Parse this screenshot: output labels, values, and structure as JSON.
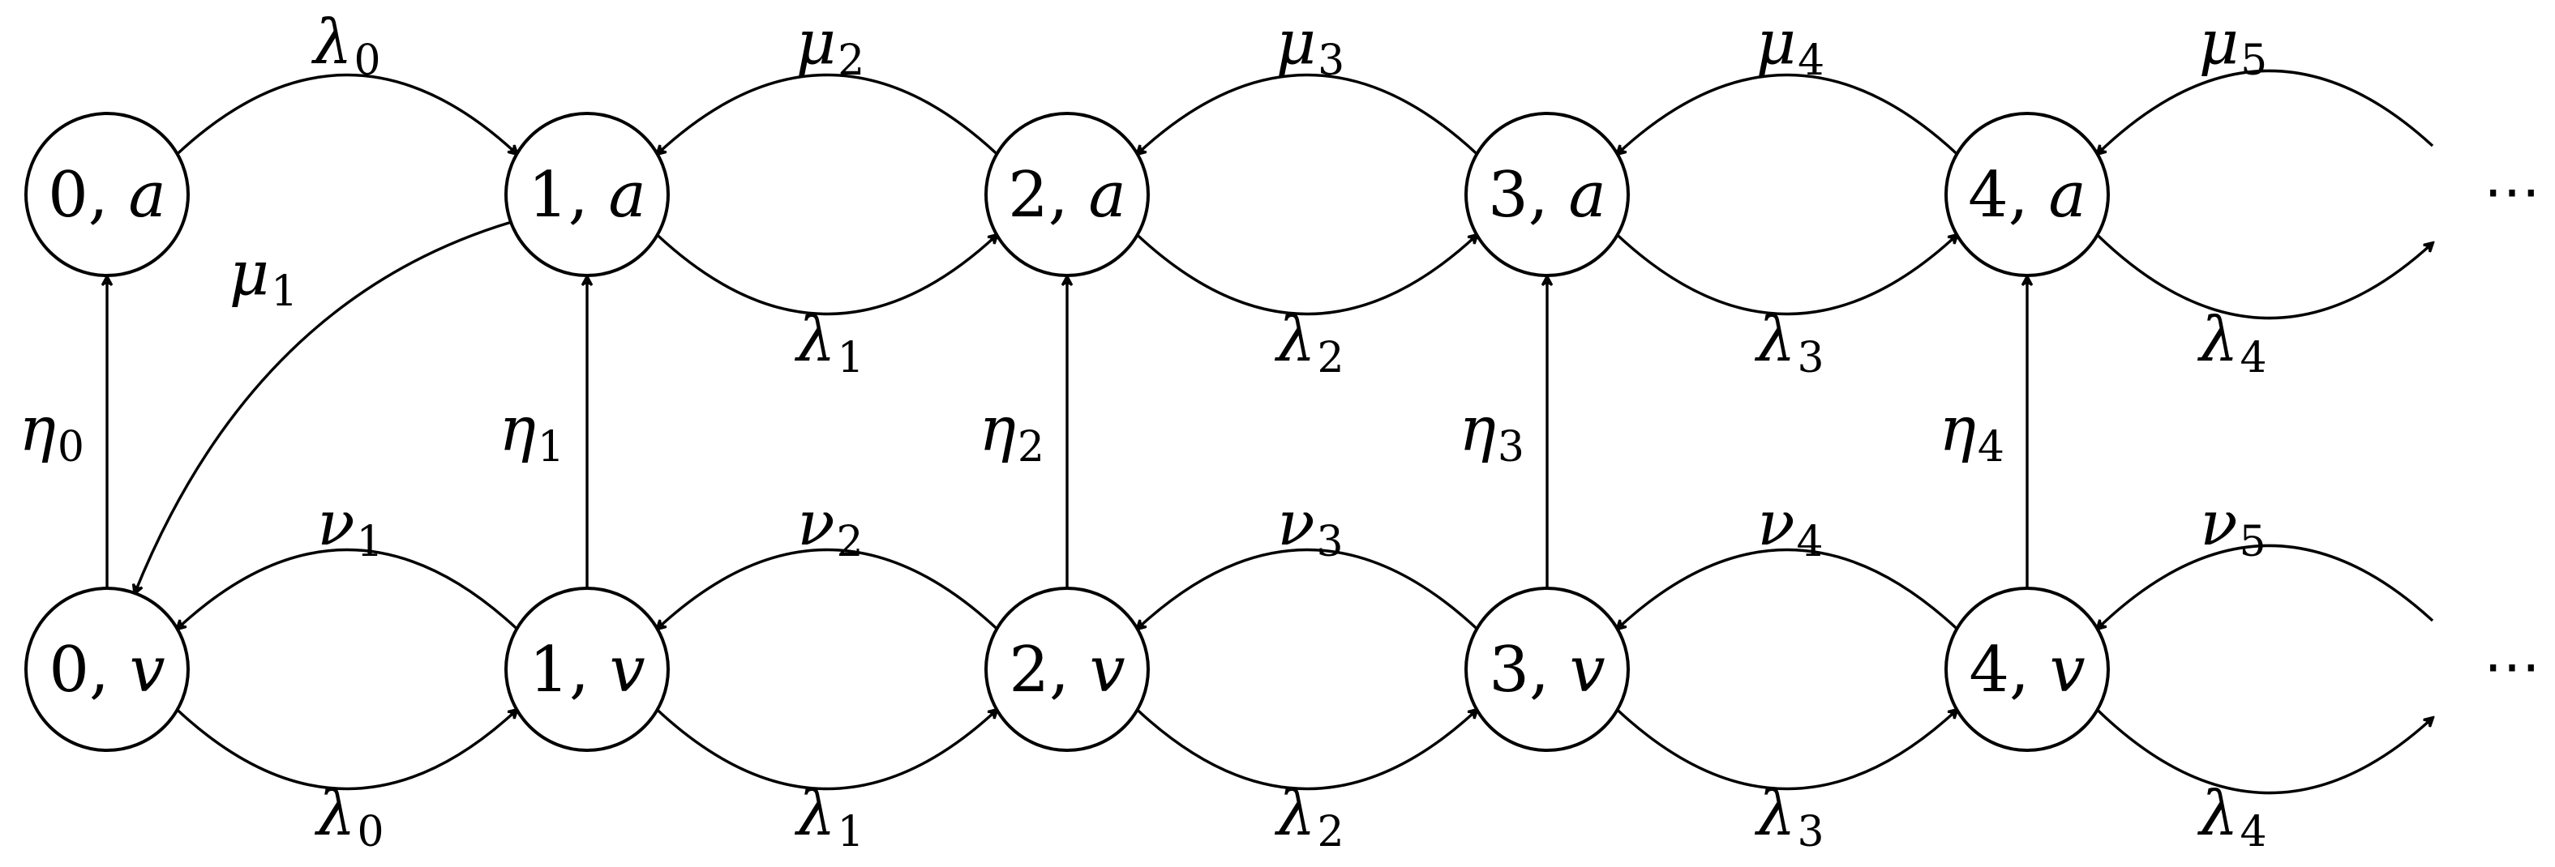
{
  "diagram": {
    "top_row_nodes": [
      {
        "num": "0",
        "sep": ", ",
        "var": "a"
      },
      {
        "num": "1",
        "sep": ", ",
        "var": "a"
      },
      {
        "num": "2",
        "sep": ", ",
        "var": "a"
      },
      {
        "num": "3",
        "sep": ", ",
        "var": "a"
      },
      {
        "num": "4",
        "sep": ", ",
        "var": "a"
      }
    ],
    "bottom_row_nodes": [
      {
        "num": "0",
        "sep": ", ",
        "var": "v"
      },
      {
        "num": "1",
        "sep": ", ",
        "var": "v"
      },
      {
        "num": "2",
        "sep": ", ",
        "var": "v"
      },
      {
        "num": "3",
        "sep": ", ",
        "var": "v"
      },
      {
        "num": "4",
        "sep": ", ",
        "var": "v"
      }
    ],
    "top_forward_labels": [
      {
        "sym": "λ",
        "sub": "0"
      },
      {
        "sym": "λ",
        "sub": "1"
      },
      {
        "sym": "λ",
        "sub": "2"
      },
      {
        "sym": "λ",
        "sub": "3"
      },
      {
        "sym": "λ",
        "sub": "4"
      }
    ],
    "top_backward_labels": [
      {
        "sym": "μ",
        "sub": "2"
      },
      {
        "sym": "μ",
        "sub": "3"
      },
      {
        "sym": "μ",
        "sub": "4"
      },
      {
        "sym": "μ",
        "sub": "5"
      }
    ],
    "cross_label": {
      "sym": "μ",
      "sub": "1"
    },
    "vertical_labels": [
      {
        "sym": "η",
        "sub": "0"
      },
      {
        "sym": "η",
        "sub": "1"
      },
      {
        "sym": "η",
        "sub": "2"
      },
      {
        "sym": "η",
        "sub": "3"
      },
      {
        "sym": "η",
        "sub": "4"
      }
    ],
    "bottom_backward_labels": [
      {
        "sym": "ν",
        "sub": "1"
      },
      {
        "sym": "ν",
        "sub": "2"
      },
      {
        "sym": "ν",
        "sub": "3"
      },
      {
        "sym": "ν",
        "sub": "4"
      },
      {
        "sym": "ν",
        "sub": "5"
      }
    ],
    "bottom_forward_labels": [
      {
        "sym": "λ",
        "sub": "0"
      },
      {
        "sym": "λ",
        "sub": "1"
      },
      {
        "sym": "λ",
        "sub": "2"
      },
      {
        "sym": "λ",
        "sub": "3"
      },
      {
        "sym": "λ",
        "sub": "4"
      }
    ],
    "ellipsis": "⋯"
  }
}
